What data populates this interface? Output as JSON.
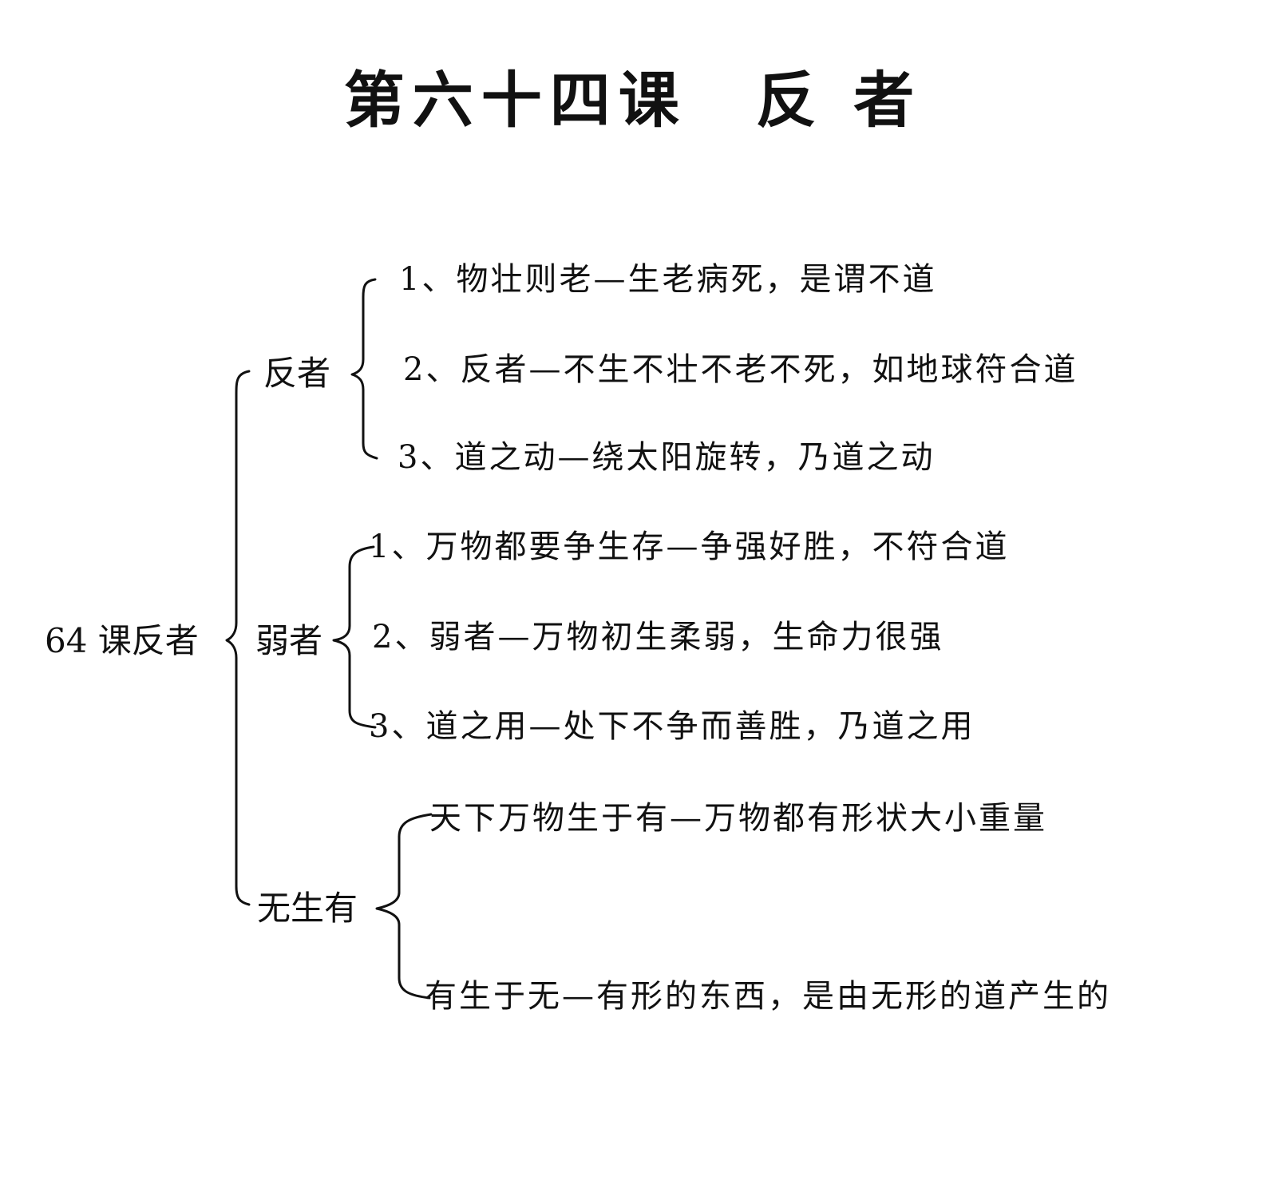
{
  "title": "第六十四课　反 者",
  "root": "64 课反者",
  "branches": [
    {
      "label": "反者",
      "items": [
        "1、物壮则老—生老病死，是谓不道",
        "2、反者—不生不壮不老不死，如地球符合道",
        "3、道之动—绕太阳旋转，乃道之动"
      ]
    },
    {
      "label": "弱者",
      "items": [
        "1、万物都要争生存—争强好胜，不符合道",
        "2、弱者—万物初生柔弱，生命力很强",
        "3、道之用—处下不争而善胜，乃道之用"
      ]
    },
    {
      "label": "无生有",
      "items": [
        "天下万物生于有—万物都有形状大小重量",
        "有生于无—有形的东西，是由无形的道产生的"
      ]
    }
  ]
}
